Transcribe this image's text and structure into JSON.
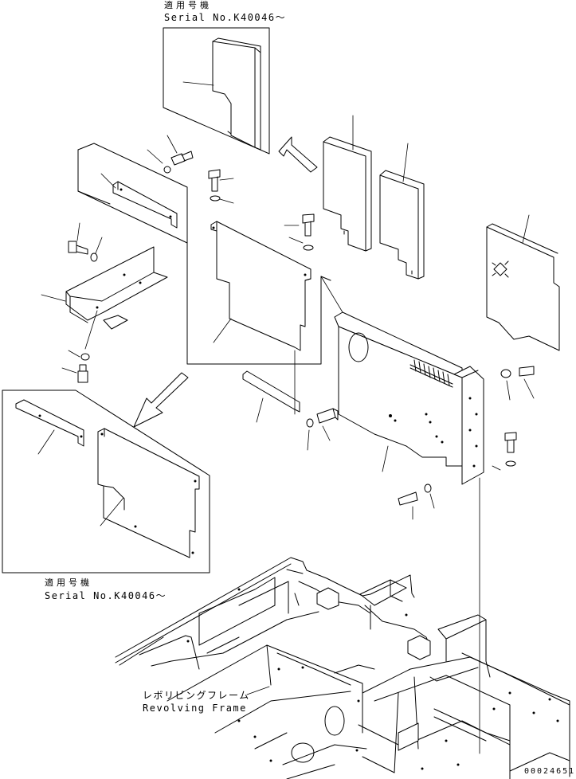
{
  "labels": {
    "serial_top_ja": "適用号機",
    "serial_top": "Serial No.K40046～",
    "serial_bottom_ja": "適用号機",
    "serial_bottom": "Serial No.K40046～",
    "frame_ja": "レボリビングフレーム",
    "frame_en": "Revolving Frame",
    "drawing_code": "00024651"
  }
}
